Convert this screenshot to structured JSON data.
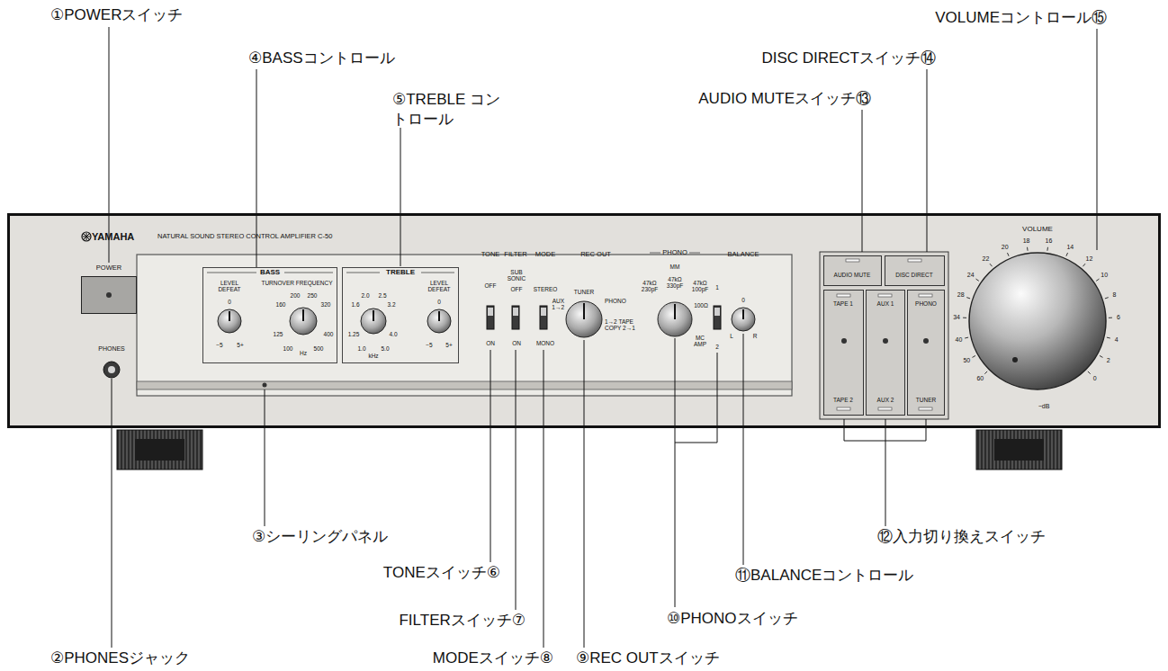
{
  "diagram": {
    "nodes": [
      {
        "text": [
          "YAMAHA",
          "NATURAL SOUND STEREO CONTROL AMPLIFIER C-50"
        ]
      },
      {
        "text": [
          "POWER"
        ],
        "in": 0
      },
      {
        "text": [
          "BASS",
          "LEVEL DEFEAT",
          "TURNOVER FREQUENCY",
          "Hz"
        ],
        "in": 0
      },
      {
        "text": [
          "TREBLE",
          "LEVEL DEFEAT",
          "kHz"
        ],
        "in": 0
      },
      {
        "text": [
          "AUDIO MUTE"
        ],
        "in": 0
      },
      {
        "text": [
          "DISC DIRECT"
        ],
        "in": 0
      },
      {
        "text": [
          "TAPE 1",
          "TAPE 2"
        ],
        "in": 0
      },
      {
        "text": [
          "AUX 1",
          "AUX 2"
        ],
        "in": 0
      },
      {
        "text": [
          "PHONO",
          "TUNER"
        ],
        "in": 0
      }
    ],
    "labels": [
      "①POWERスイッチ",
      "②PHONESジャック",
      "③シーリングパネル",
      "④BASSコントロール",
      "⑤TREBLE コントロール",
      "TONEスイッチ⑥",
      "FILTERスイッチ⑦",
      "MODEスイッチ⑧",
      "⑨REC OUTスイッチ",
      "⑩PHONOスイッチ",
      "⑪BALANCEコントロール",
      "⑫入力切り換えスイッチ",
      "AUDIO MUTEスイッチ⑬",
      "DISC DIRECTスイッチ⑭",
      "VOLUMEコントロール⑮",
      "PHONES",
      "TONE",
      "FILTER",
      "MODE",
      "REC OUT",
      "PHONO",
      "BALANCE",
      "OFF",
      "ON",
      "SUB SONIC",
      "OFF",
      "ON",
      "STEREO",
      "MONO",
      "AUX 1→2",
      "TUNER",
      "PHONO",
      "1→2 TAPE COPY 2→1",
      "MM",
      "47kΩ 230pF",
      "47kΩ 330pF",
      "47kΩ 100pF",
      "100Ω",
      "MC AMP",
      "1",
      "2",
      "0",
      "L",
      "R",
      "0",
      "−5",
      "5+",
      "200",
      "250",
      "160",
      "320",
      "125",
      "400",
      "100",
      "500",
      "2.0",
      "2.5",
      "1.6",
      "3.2",
      "1.25",
      "4.0",
      "1.0",
      "5.0",
      "0",
      "−5",
      "5+",
      "VOLUME",
      "60",
      "50",
      "40",
      "34",
      "28",
      "24",
      "22",
      "20",
      "18",
      "16",
      "14",
      "12",
      "10",
      "8",
      "6",
      "4",
      "2",
      "0",
      "−dB"
    ]
  }
}
